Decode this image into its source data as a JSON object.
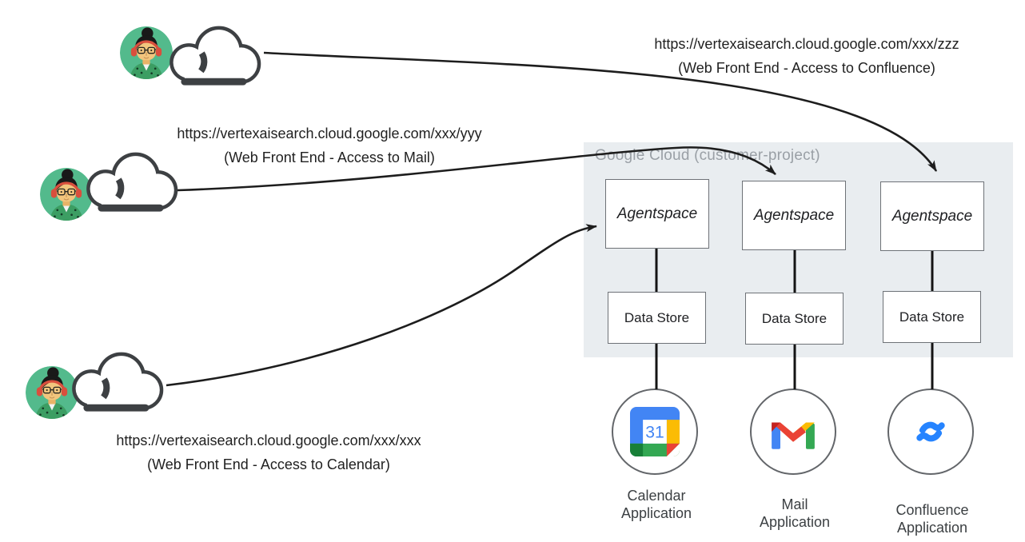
{
  "requests": [
    {
      "url": "https://vertexaisearch.cloud.google.com/xxx/zzz",
      "caption": "(Web Front End - Access to Confluence)"
    },
    {
      "url": "https://vertexaisearch.cloud.google.com/xxx/yyy",
      "caption": "(Web Front End - Access to Mail)"
    },
    {
      "url": "https://vertexaisearch.cloud.google.com/xxx/xxx",
      "caption": "(Web Front End - Access to Calendar)"
    }
  ],
  "container": {
    "label": "Google Cloud (customer-project)"
  },
  "columns": [
    {
      "agent_label": "Agentspace",
      "store_label": "Data Store",
      "app_label": "Calendar\nApplication",
      "icon": "google-calendar-icon"
    },
    {
      "agent_label": "Agentspace",
      "store_label": "Data Store",
      "app_label": "Mail\nApplication",
      "icon": "gmail-icon"
    },
    {
      "agent_label": "Agentspace",
      "store_label": "Data Store",
      "app_label": "Confluence\nApplication",
      "icon": "confluence-icon"
    }
  ],
  "icons": {
    "calendar_day": "31"
  },
  "colors": {
    "container_bg": "#e9edf0",
    "container_label_gray": "#9aa0a6",
    "box_border_gray": "#6e7277",
    "arrow_black": "#1d1d1d",
    "calendar_blue": "#4285f4",
    "calendar_yellow": "#fbbc04",
    "calendar_green": "#34a853",
    "calendar_dark_green": "#188038",
    "calendar_red": "#ea4335",
    "gmail_dark_red": "#c5221f",
    "confluence_blue": "#2684ff",
    "avatar_green": "#53ba8c",
    "headphones_red": "#d94f3d"
  }
}
